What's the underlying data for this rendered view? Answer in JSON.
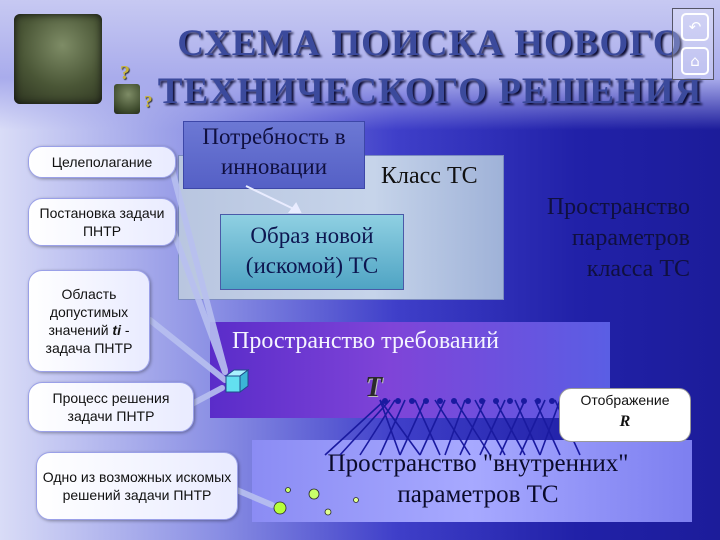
{
  "title": {
    "line1": "СХЕМА ПОИСКА НОВОГО",
    "line2": "ТЕХНИЧЕСКОГО РЕШЕНИЯ"
  },
  "question_marks": [
    "?",
    "?"
  ],
  "nav_icons": [
    "return-icon",
    "home-icon"
  ],
  "left_labels": {
    "goal_setting": "Целеполагание",
    "task_statement": "Постановка задачи ПНТР",
    "admissible_area": "Область допустимых значений",
    "admissible_var": "ti",
    "admissible_tail": " - задача ПНТР",
    "solving_process": "Процесс решения задачи ПНТР",
    "one_of_solutions": "Одно из возможных искомых решений задачи ПНТР"
  },
  "diagram": {
    "need_line1": "Потребность в",
    "need_line2": "инновации",
    "class_ts": "Класс ТС",
    "image_line1": "Образ новой",
    "image_line2": "(искомой) ТС",
    "params_line1": "Пространство",
    "params_line2": "параметров",
    "params_line3": "класса ТС",
    "requirements": "Пространство требований",
    "t_symbol": "T",
    "mapping_label": "Отображение",
    "mapping_symbol": "R",
    "internal_line1": "Пространство \"внутренних\"",
    "internal_line2": "параметров ТС"
  },
  "colors": {
    "title": "#3b4a9c",
    "mapping_lines": "#1a1aa0",
    "cube": "#63e0f0",
    "dots": "#a8ff2e"
  }
}
